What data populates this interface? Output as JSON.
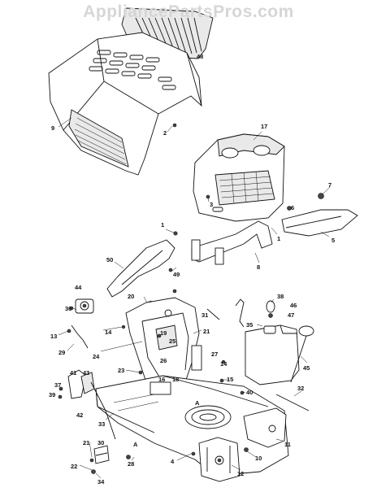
{
  "watermark": "AppliancePartsPros.com",
  "callouts": [
    {
      "id": "c48",
      "text": "48"
    },
    {
      "id": "c9",
      "text": "9"
    },
    {
      "id": "c2",
      "text": "2"
    },
    {
      "id": "c17",
      "text": "17"
    },
    {
      "id": "c3",
      "text": "3"
    },
    {
      "id": "c7",
      "text": "7"
    },
    {
      "id": "c6",
      "text": "6"
    },
    {
      "id": "c1a",
      "text": "1"
    },
    {
      "id": "c1b",
      "text": "1"
    },
    {
      "id": "c5",
      "text": "5"
    },
    {
      "id": "c8",
      "text": "8"
    },
    {
      "id": "c50",
      "text": "50"
    },
    {
      "id": "c49",
      "text": "49"
    },
    {
      "id": "c44",
      "text": "44"
    },
    {
      "id": "c36",
      "text": "36"
    },
    {
      "id": "c20",
      "text": "20"
    },
    {
      "id": "c31",
      "text": "31"
    },
    {
      "id": "c38",
      "text": "38"
    },
    {
      "id": "c46",
      "text": "46"
    },
    {
      "id": "c47",
      "text": "47"
    },
    {
      "id": "c35",
      "text": "35"
    },
    {
      "id": "c13",
      "text": "13"
    },
    {
      "id": "c14a",
      "text": "14"
    },
    {
      "id": "c19",
      "text": "19"
    },
    {
      "id": "c21a",
      "text": "21"
    },
    {
      "id": "c25",
      "text": "25"
    },
    {
      "id": "c29",
      "text": "29"
    },
    {
      "id": "c24",
      "text": "24"
    },
    {
      "id": "c26",
      "text": "26"
    },
    {
      "id": "c27",
      "text": "27"
    },
    {
      "id": "c14b",
      "text": "14"
    },
    {
      "id": "c45",
      "text": "45"
    },
    {
      "id": "c23",
      "text": "23"
    },
    {
      "id": "c16",
      "text": "16"
    },
    {
      "id": "c18",
      "text": "18"
    },
    {
      "id": "c15",
      "text": "15"
    },
    {
      "id": "c41",
      "text": "41"
    },
    {
      "id": "c43",
      "text": "43"
    },
    {
      "id": "c37",
      "text": "37"
    },
    {
      "id": "c39",
      "text": "39"
    },
    {
      "id": "c40",
      "text": "40"
    },
    {
      "id": "c32",
      "text": "32"
    },
    {
      "id": "cA1",
      "text": "A"
    },
    {
      "id": "c42",
      "text": "42"
    },
    {
      "id": "c33",
      "text": "33"
    },
    {
      "id": "c11",
      "text": "11"
    },
    {
      "id": "c21b",
      "text": "21"
    },
    {
      "id": "c30",
      "text": "30"
    },
    {
      "id": "cA2",
      "text": "A"
    },
    {
      "id": "c28",
      "text": "28"
    },
    {
      "id": "c4",
      "text": "4"
    },
    {
      "id": "c10",
      "text": "10"
    },
    {
      "id": "c22",
      "text": "22"
    },
    {
      "id": "c34",
      "text": "34"
    },
    {
      "id": "c12",
      "text": "12"
    }
  ]
}
